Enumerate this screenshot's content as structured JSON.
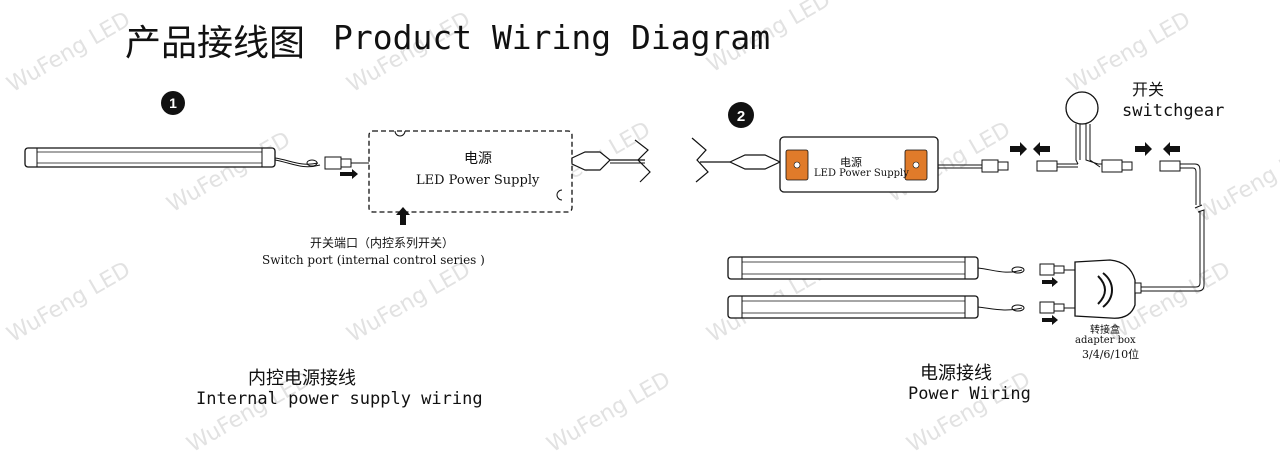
{
  "title": {
    "chinese": "产品接线图",
    "english": "Product Wiring Diagram"
  },
  "watermark": "WuFeng LED",
  "step_markers": [
    "1",
    "2"
  ],
  "diagram1": {
    "power_supply_cn": "电源",
    "power_supply_en": "LED Power Supply",
    "switch_port_cn": "开关端口（内控系列开关）",
    "switch_port_en": "Switch port (internal control series )",
    "caption_cn": "内控电源接线",
    "caption_en": "Internal power supply wiring"
  },
  "diagram2": {
    "power_supply_cn": "电源",
    "power_supply_en": "LED Power Supply",
    "switch_cn": "开关",
    "switch_en": "switchgear",
    "adapter_cn": "转接盒",
    "adapter_en": "adapter box",
    "adapter_ports": "3/4/6/10位",
    "caption_cn": "电源接线",
    "caption_en": "Power Wiring"
  },
  "colors": {
    "line": "#111111",
    "accent_orange": "#e07b2a",
    "watermark": "#e2e2e2"
  }
}
